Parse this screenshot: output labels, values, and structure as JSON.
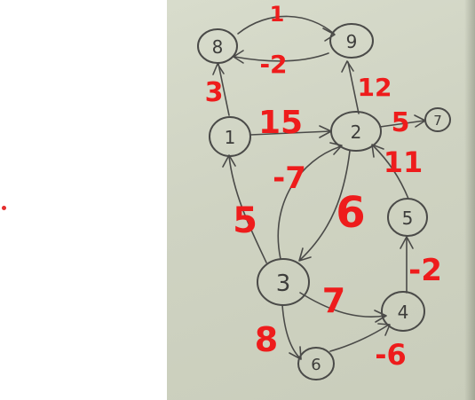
{
  "colors": {
    "ink": "#4a4a48",
    "weight_ink": "#ee1c1c",
    "paper": "#d2d6c5",
    "dot": "#e52d2d"
  },
  "nodes": [
    {
      "id": "n8",
      "label": "8"
    },
    {
      "id": "n9",
      "label": "9"
    },
    {
      "id": "n1",
      "label": "1"
    },
    {
      "id": "n2",
      "label": "2"
    },
    {
      "id": "n7",
      "label": "7"
    },
    {
      "id": "n5",
      "label": "5"
    },
    {
      "id": "n3",
      "label": "3"
    },
    {
      "id": "n4",
      "label": "4"
    },
    {
      "id": "n6",
      "label": "6"
    }
  ],
  "edges": [
    {
      "id": "e8-9",
      "from": "8",
      "to": "9",
      "weight": "1"
    },
    {
      "id": "e9-8",
      "from": "9",
      "to": "8",
      "weight": "-2"
    },
    {
      "id": "e1-8",
      "from": "1",
      "to": "8",
      "weight": "3"
    },
    {
      "id": "e2-9",
      "from": "2",
      "to": "9",
      "weight": "12"
    },
    {
      "id": "e1-2",
      "from": "1",
      "to": "2",
      "weight": "15"
    },
    {
      "id": "e2-7",
      "from": "2",
      "to": "7",
      "weight": "5"
    },
    {
      "id": "e3-2",
      "from": "3",
      "to": "2",
      "weight": "-7"
    },
    {
      "id": "e2-3",
      "from": "2",
      "to": "3",
      "weight": "6"
    },
    {
      "id": "e5-2",
      "from": "5",
      "to": "2",
      "weight": "11"
    },
    {
      "id": "e3-1",
      "from": "3",
      "to": "1",
      "weight": "5"
    },
    {
      "id": "e4-5",
      "from": "4",
      "to": "5",
      "weight": "-2"
    },
    {
      "id": "e3-4",
      "from": "3",
      "to": "4",
      "weight": "7"
    },
    {
      "id": "e3-6",
      "from": "3",
      "to": "6",
      "weight": "8"
    },
    {
      "id": "e6-4",
      "from": "6",
      "to": "4",
      "weight": "-6"
    }
  ]
}
